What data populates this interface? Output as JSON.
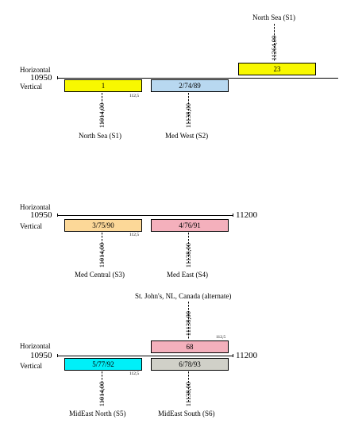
{
  "colors": {
    "yellow": "#f8f800",
    "blue": "#b8d8f0",
    "orange": "#fcd898",
    "pink": "#f4b0bc",
    "cyan": "#00f0f8",
    "gray": "#d0d0c8"
  },
  "group1": {
    "top_station": "North Sea (S1)",
    "top_value": "11264,00",
    "top_box": "23",
    "horizontal": "Horizontal",
    "vertical": "Vertical",
    "left_num": "10950",
    "box1": "1",
    "box1_small": "112,5",
    "box2": "2/74/89",
    "val1": "11014,00",
    "val2": "11138,00",
    "station1": "North Sea (S1)",
    "station2": "Med West (S2)"
  },
  "group2": {
    "horizontal": "Horizontal",
    "vertical": "Vertical",
    "left_num": "10950",
    "right_num": "11200",
    "box1": "3/75/90",
    "box1_small": "112,5",
    "box2": "4/76/91",
    "val1": "11014,00",
    "val2": "11138,00",
    "station1": "Med Central (S3)",
    "station2": "Med East (S4)"
  },
  "group3": {
    "top_station": "St. John's, NL, Canada (alternate)",
    "top_value": "11138,00",
    "top_box": "68",
    "top_small": "112,5",
    "horizontal": "Horizontal",
    "vertical": "Vertical",
    "left_num": "10950",
    "right_num": "11200",
    "box1": "5/77/92",
    "box1_small": "112,5",
    "box2": "6/78/93",
    "val1": "11014,00",
    "val2": "11138,00",
    "station1": "MidEast North (S5)",
    "station2": "MidEast South (S6)"
  }
}
